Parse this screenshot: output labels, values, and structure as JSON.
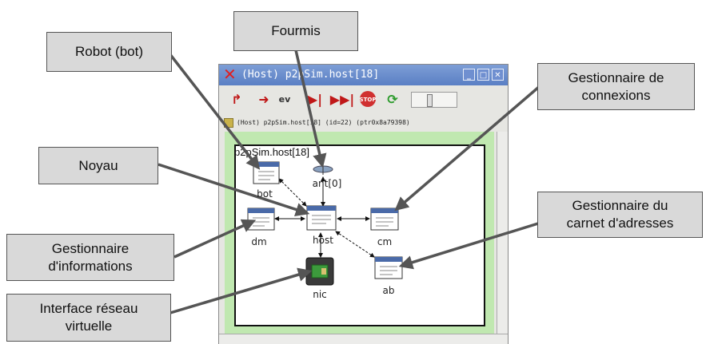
{
  "window": {
    "title": "(Host) p2pSim.host[18]",
    "status": "(Host) p2pSim.host[18] (id=22) (ptr0x8a79398)",
    "diagram_title": "p2pSim.host[18]",
    "toolbar_icons": [
      "run-icon",
      "step-icon",
      "event-step-icon",
      "fast-icon",
      "express-icon",
      "stop-icon",
      "refresh-icon"
    ],
    "colors": {
      "titlebar": "#5a7fc4",
      "panel": "#c0e8b0",
      "stop": "#d03030"
    }
  },
  "nodes": {
    "bot": "bot",
    "ant": "ant[0]",
    "host": "host",
    "dm": "dm",
    "cm": "cm",
    "ab": "ab",
    "nic": "nic"
  },
  "callouts": {
    "fourmis": "Fourmis",
    "robot": "Robot (bot)",
    "gest_connexions": "Gestionnaire de\nconnexions",
    "noyau": "Noyau",
    "gest_carnet": "Gestionnaire du\ncarnet d'adresses",
    "gest_informations": "Gestionnaire\nd'informations",
    "interface": "Interface réseau\nvirtuelle"
  }
}
